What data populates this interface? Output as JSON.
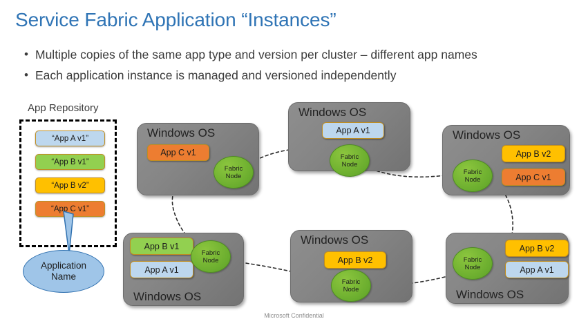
{
  "slide": {
    "title": "Service Fabric Application “Instances”",
    "bullets": [
      "Multiple copies of the same app type and version per cluster – different app names",
      "Each application instance is managed and versioned independently"
    ],
    "bullet_marker": "•",
    "footer": "Microsoft Confidential"
  },
  "repository": {
    "label": "App Repository",
    "chips": [
      {
        "label": "“App A v1”",
        "color": "#bdd7ee"
      },
      {
        "label": "“App B v1”",
        "color": "#92d050"
      },
      {
        "label": "“App B v2”",
        "color": "#ffc000"
      },
      {
        "label": "“App C v1”",
        "color": "#ed7d31"
      }
    ]
  },
  "callout": {
    "line1": "Application",
    "line2": "Name",
    "fill": "#9fc5e8",
    "stroke": "#3071b0"
  },
  "fabric_node_label": {
    "line1": "Fabric",
    "line2": "Node"
  },
  "nodes": [
    {
      "id": "node-top-left",
      "os_label": "Windows OS",
      "os_label_position": "top",
      "apps": [
        {
          "label": "App C v1",
          "color": "#ed7d31"
        }
      ]
    },
    {
      "id": "node-top-center",
      "os_label": "Windows OS",
      "os_label_position": "top",
      "apps": [
        {
          "label": "App A v1",
          "color": "#bdd7ee"
        }
      ]
    },
    {
      "id": "node-top-right",
      "os_label": "Windows OS",
      "os_label_position": "top",
      "apps": [
        {
          "label": "App B v2",
          "color": "#ffc000"
        },
        {
          "label": "App C v1",
          "color": "#ed7d31"
        }
      ]
    },
    {
      "id": "node-bottom-left",
      "os_label": "Windows OS",
      "os_label_position": "bottom",
      "apps": [
        {
          "label": "App B v1",
          "color": "#92d050"
        },
        {
          "label": "App A v1",
          "color": "#bdd7ee"
        }
      ]
    },
    {
      "id": "node-bottom-center",
      "os_label": "Windows OS",
      "os_label_position": "top",
      "apps": [
        {
          "label": "App B v2",
          "color": "#ffc000"
        }
      ]
    },
    {
      "id": "node-bottom-right",
      "os_label": "Windows OS",
      "os_label_position": "bottom",
      "apps": [
        {
          "label": "App B v2",
          "color": "#ffc000"
        },
        {
          "label": "App A v1",
          "color": "#bdd7ee"
        }
      ]
    }
  ],
  "colors": {
    "title": "#2f74b5",
    "node_box": "#868686",
    "fabric_node": "#6aad2e",
    "app_blue": "#bdd7ee",
    "app_green": "#92d050",
    "app_yellow": "#ffc000",
    "app_orange": "#ed7d31",
    "chip_border": "#c18e20",
    "ring": "#2b2b2b"
  }
}
